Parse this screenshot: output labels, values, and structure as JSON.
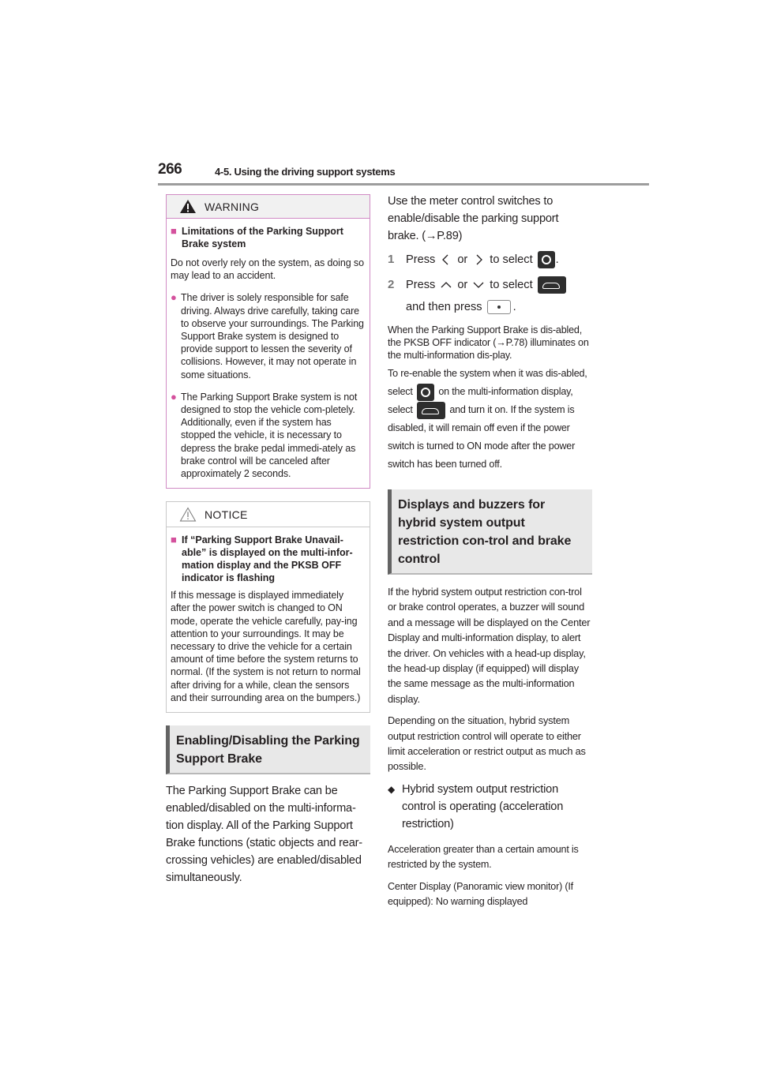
{
  "header": {
    "page_number": "266",
    "section_title": "4-5. Using the driving support systems"
  },
  "warning": {
    "label": "WARNING",
    "heading": "Limitations of the Parking Support Brake system",
    "intro": "Do not overly rely on the system, as doing so may lead to an accident.",
    "bullets": [
      "The driver is solely responsible for safe driving. Always drive carefully, taking care to observe your surroundings. The Parking Support Brake system is designed to provide support to lessen the severity of collisions. However, it may not operate in some situations.",
      "The Parking Support Brake system is not designed to stop the vehicle com-pletely. Additionally, even if the system has stopped the vehicle, it is necessary to depress the brake pedal immedi-ately as brake control will be canceled after approximately 2 seconds."
    ]
  },
  "notice": {
    "label": "NOTICE",
    "heading": "If “Parking Support Brake Unavail-able” is displayed on the multi-infor-mation display and the PKSB OFF indicator is flashing",
    "body": "If this message is displayed immediately after the power switch is changed to ON mode, operate the vehicle carefully, pay-ing attention to your surroundings. It may be necessary to drive the vehicle for a certain amount of time before the system returns to normal. (If the system is not return to normal after driving for a while, clean the sensors and their surrounding area on the bumpers.)"
  },
  "enable_section": {
    "heading": "Enabling/Disabling the Parking Support Brake",
    "body": "The Parking Support Brake can be enabled/disabled on the multi-informa-tion display. All of the Parking Support Brake functions (static objects and rear-crossing vehicles) are enabled/disabled simultaneously."
  },
  "steps_section": {
    "intro": "Use the meter control switches to enable/disable the parking support brake. (→P.89)",
    "step1": {
      "num": "1",
      "press": "Press",
      "left": "<",
      "or": "or",
      "right": ">",
      "to_select": "to select",
      "end": "."
    },
    "step2": {
      "num": "2",
      "press": "Press",
      "up": "^",
      "or": "or",
      "down": "v",
      "to_select": "to select",
      "and_then": "and then press",
      "end": "."
    },
    "note1": "When the Parking Support Brake is dis-abled, the PKSB OFF indicator (→P.78) illuminates on the multi-information dis-play.",
    "note2_a": "To re-enable the system when it was dis-abled, select",
    "note2_b": "on the multi-information display, select",
    "note2_c": "and turn it on. If the system is disabled, it will remain off even if the power switch is turned to ON mode after the power switch has been turned off."
  },
  "display_section": {
    "heading": "Displays and buzzers for hybrid system output restriction con-trol and brake control",
    "para1": "If the hybrid system output restriction con-trol or brake control operates, a buzzer will sound and a message will be displayed on the Center Display and multi-information display, to alert the driver. On vehicles with a head-up display, the head-up display (if equipped) will display the same message as the multi-information display.",
    "para2": "Depending on the situation, hybrid system output restriction control will operate to either limit acceleration or restrict output as much as possible.",
    "item": "Hybrid system output restriction control is operating (acceleration restriction)",
    "para3": "Acceleration greater than a certain amount is restricted by the system.",
    "para4": "Center Display (Panoramic view monitor) (If equipped): No warning displayed"
  },
  "icons": {
    "warning": "warning-triangle-icon",
    "notice": "notice-triangle-icon",
    "settings": "gear-icon",
    "pksb": "car-sensor-icon",
    "ok": "ok-button-icon"
  }
}
